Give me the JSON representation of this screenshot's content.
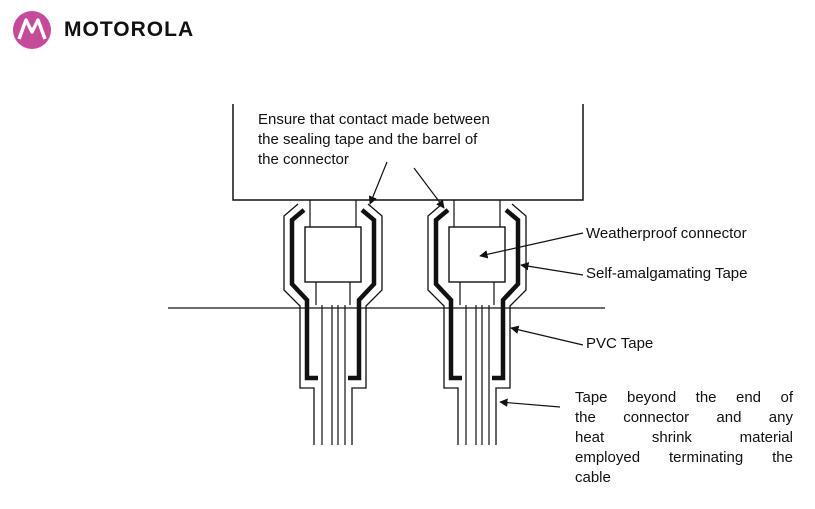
{
  "brand": {
    "name": "MOTOROLA",
    "logo_color": "#c64a9a"
  },
  "callouts": {
    "contact_note": [
      "Ensure that contact made between",
      "the sealing tape and the barrel of",
      "the connector"
    ],
    "weatherproof": "Weatherproof connector",
    "self_amalgamating": "Self-amalgamating Tape",
    "pvc": "PVC Tape",
    "beyond": [
      "Tape beyond the end of",
      "the connector and any",
      "heat shrink material",
      "employed terminating the",
      "cable"
    ]
  }
}
